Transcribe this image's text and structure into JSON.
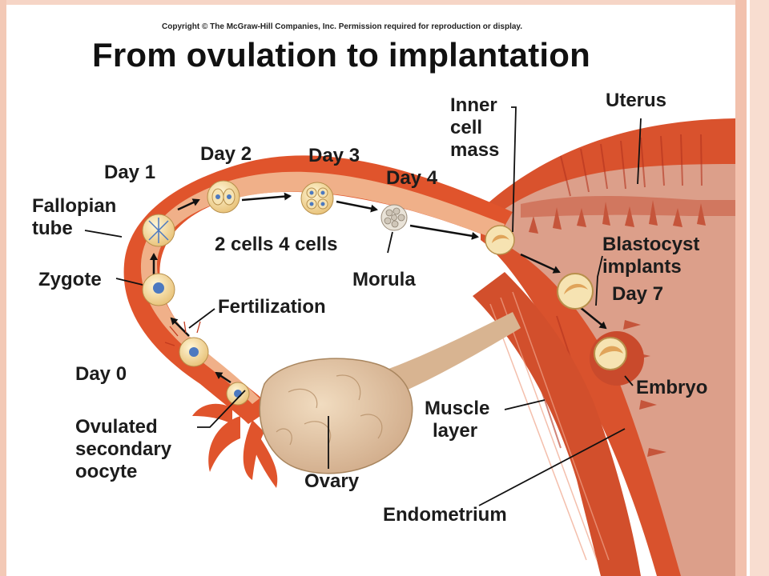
{
  "copyright": "Copyright © The McGraw-Hill Companies, Inc. Permission required for reproduction or display.",
  "title": "From ovulation to implantation",
  "labels": {
    "day1": "Day 1",
    "day2": "Day 2",
    "day3": "Day 3",
    "day4": "Day 4",
    "day0": "Day 0",
    "day7": "Day 7",
    "fallopian": "Fallopian",
    "tube": "tube",
    "zygote": "Zygote",
    "fertilization": "Fertilization",
    "two_four_cells": "2 cells 4 cells",
    "morula": "Morula",
    "inner": "Inner",
    "cell": "cell",
    "mass": "mass",
    "uterus": "Uterus",
    "blastocyst": "Blastocyst",
    "implants": "implants",
    "embryo": "Embryo",
    "muscle": "Muscle",
    "layer": "layer",
    "ovulated": "Ovulated",
    "secondary": "secondary",
    "oocyte": "oocyte",
    "ovary": "Ovary",
    "endometrium": "Endometrium"
  },
  "colors": {
    "tube_outer": "#e0542c",
    "tube_inner": "#f0b089",
    "uterus_wall": "#d9522d",
    "endometrium": "#dd9b86",
    "ovary": "#dfc2a0",
    "cell": "#f4d89a",
    "nucleus": "#4c79c0",
    "slide_border": "#f3c9b6",
    "accent": "#f08a3a"
  }
}
